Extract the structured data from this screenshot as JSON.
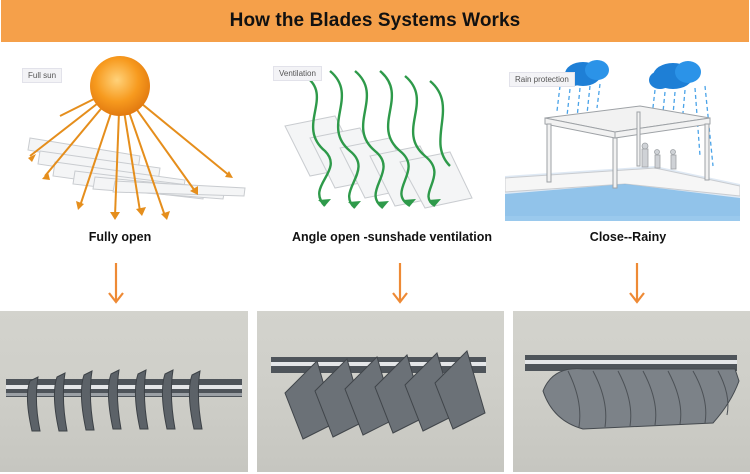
{
  "title": "How the Blades Systems Works",
  "accent_color": "#f5a04a",
  "arrow_color": "#ee8a35",
  "panels": [
    {
      "tag": "Full sun",
      "caption": "Fully open",
      "icon": "sun-icon"
    },
    {
      "tag": "Ventilation",
      "caption": "Angle open -sunshade ventilation",
      "icon": "wind-icon"
    },
    {
      "tag": "Rain protection",
      "caption": "Close--Rainy",
      "icon": "rain-cloud-icon"
    }
  ]
}
